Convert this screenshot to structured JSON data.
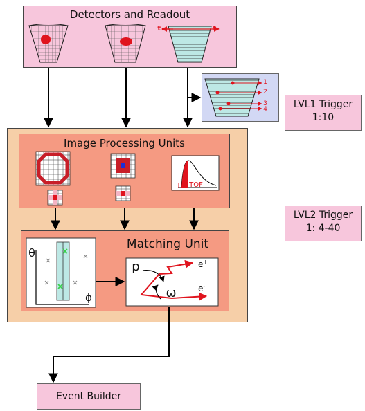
{
  "detectors": {
    "title": "Detectors and Readout",
    "t1": "t₁",
    "t2": "t₂"
  },
  "lvl1": {
    "line1": "LVL1 Trigger",
    "line2": "1:10",
    "track_labels": [
      "1",
      "2",
      "3",
      "4"
    ]
  },
  "lvl2": {
    "line1": "LVL2 Trigger",
    "line2": "1: 4-40"
  },
  "ipu": {
    "title": "Image Processing Units",
    "tof_label": "TOF"
  },
  "matching": {
    "title": "Matching Unit",
    "theta": "θ",
    "phi": "ϕ",
    "p": "p",
    "omega": "ω",
    "e_plus": "e",
    "e_plus_sup": "+",
    "e_minus": "e",
    "e_minus_sup": "-"
  },
  "event_builder": {
    "label": "Event Builder"
  },
  "colors": {
    "pink": "#f7c6dc",
    "outer": "#f6cfa8",
    "salmon": "#f59a82",
    "lavender": "#d2d8f4",
    "teal": "#bde8e5",
    "red": "#e0141e",
    "green_cross": "#38d14a"
  }
}
